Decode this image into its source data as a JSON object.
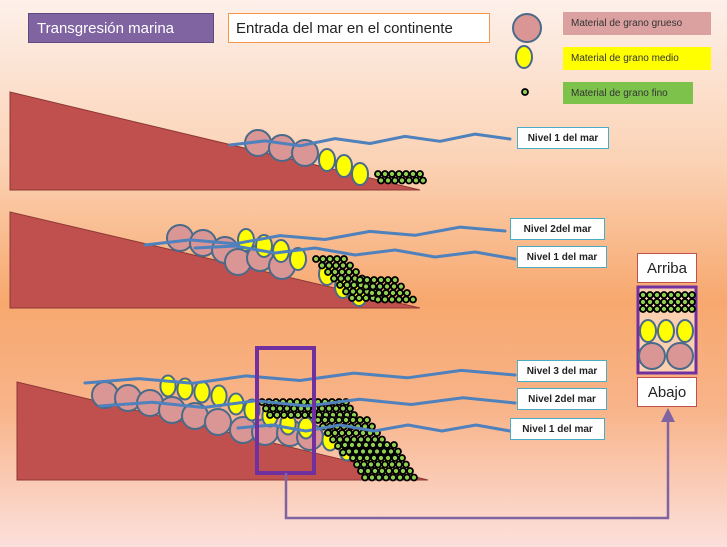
{
  "title": "Transgresión marina",
  "subtitle": "Entrada del mar en el continente",
  "legend": {
    "coarse": "Material de grano grueso",
    "medium": "Material de grano medio",
    "fine": "Material de grano fino"
  },
  "stage1": {
    "level1": "Nivel 1 del mar"
  },
  "stage2": {
    "level2": "Nivel 2del mar",
    "level1": "Nivel 1 del mar"
  },
  "stage3": {
    "level3": "Nivel 3 del mar",
    "level2": "Nivel 2del mar",
    "level1": "Nivel 1 del mar"
  },
  "column": {
    "top": "Arriba",
    "bottom": "Abajo"
  },
  "colors": {
    "wedge": "#c0504d",
    "coarse": "#d99694",
    "medium": "#ffff00",
    "fine": "#92d050",
    "water": "#4f81bd",
    "highlight": "#7030a0"
  }
}
